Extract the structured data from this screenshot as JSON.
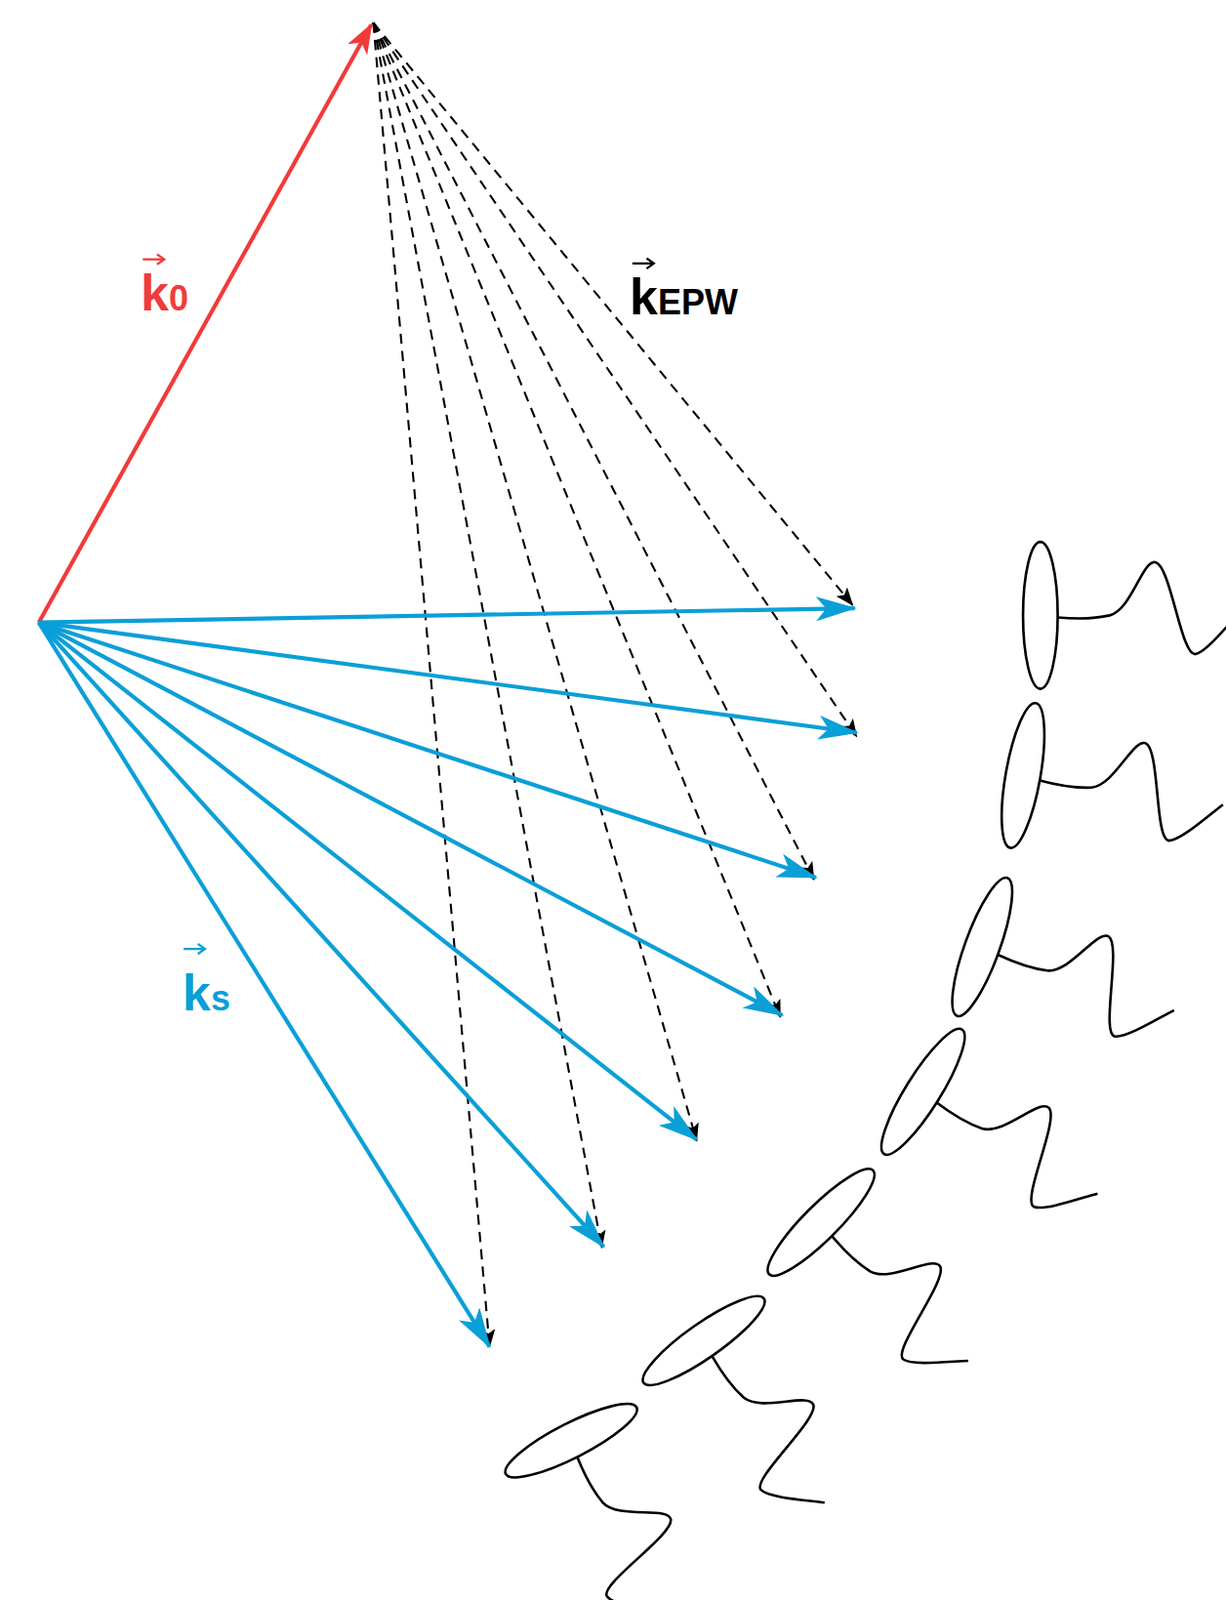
{
  "diagram": {
    "labels": [
      "k0",
      "kEPW",
      "ks"
    ]
  }
}
